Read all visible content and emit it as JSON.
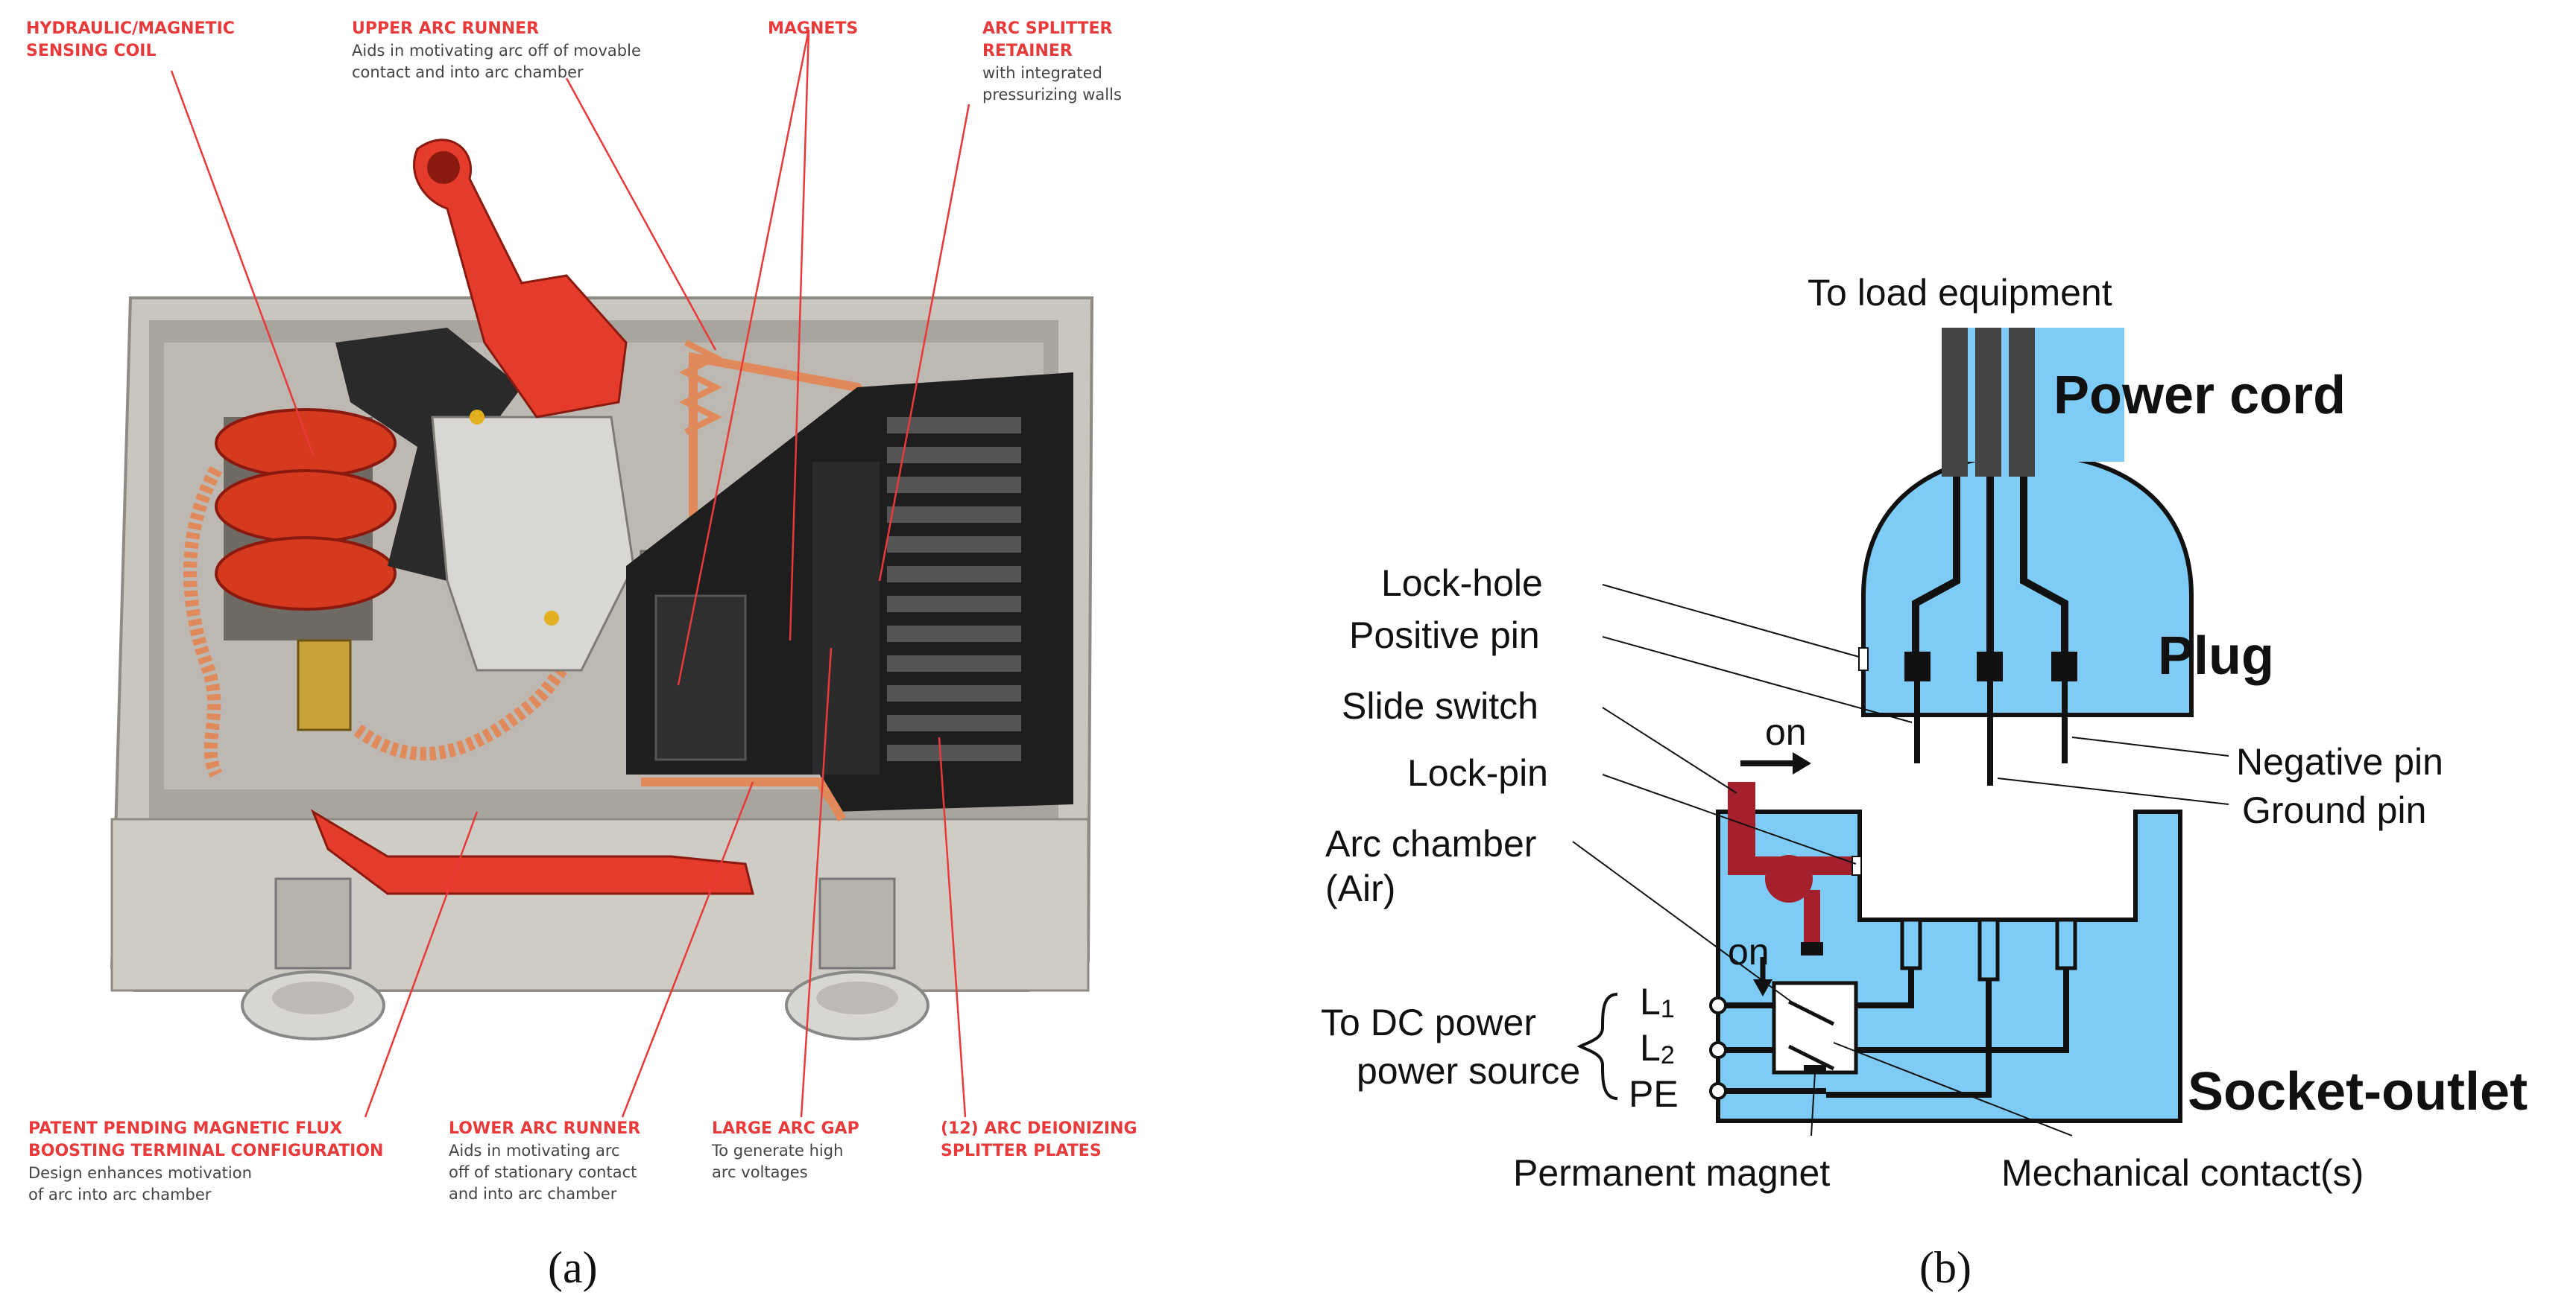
{
  "panel_a": {
    "label": "(a)",
    "callouts": {
      "sensing_coil": {
        "title_line1": "HYDRAULIC/MAGNETIC",
        "title_line2": "SENSING COIL"
      },
      "upper_arc_runner": {
        "title": "UPPER ARC RUNNER",
        "desc_line1": "Aids in motivating arc off of movable",
        "desc_line2": "contact and into arc chamber"
      },
      "magnets": {
        "title": "MAGNETS"
      },
      "arc_splitter_retainer": {
        "title_line1": "ARC SPLITTER",
        "title_line2": "RETAINER",
        "desc_line1": "with  integrated",
        "desc_line2": "pressurizing walls"
      },
      "flux_terminal": {
        "title_line1": "PATENT PENDING MAGNETIC FLUX",
        "title_line2": "BOOSTING TERMINAL CONFIGURATION",
        "desc_line1": "Design enhances motivation",
        "desc_line2": "of arc into arc chamber"
      },
      "lower_arc_runner": {
        "title": "LOWER ARC RUNNER",
        "desc_line1": "Aids in motivating arc",
        "desc_line2": "off of stationary contact",
        "desc_line3": "and into arc chamber"
      },
      "large_arc_gap": {
        "title": "LARGE ARC GAP",
        "desc_line1": "To generate high",
        "desc_line2": "arc voltages"
      },
      "deionizing_plates": {
        "title_line1": "(12) ARC DEIONIZING",
        "title_line2": "SPLITTER PLATES"
      }
    },
    "colors": {
      "callout_red": "#e83a3a",
      "housing_grey": "#c9c5bf",
      "coil_red": "#d63a1e",
      "copper": "#e0895a",
      "black_part": "#1e1e1e"
    }
  },
  "panel_b": {
    "label": "(b)",
    "to_load": "To load equipment",
    "power_cord": "Power cord",
    "plug": "Plug",
    "socket_outlet": "Socket-outlet",
    "lock_hole": "Lock-hole",
    "positive_pin": "Positive pin",
    "slide_switch": "Slide switch",
    "on_top": "on",
    "lock_pin": "Lock-pin",
    "arc_chamber_line1": "Arc chamber",
    "arc_chamber_line2": "(Air)",
    "on_mid": "on",
    "dc_source_line1": "To DC power",
    "dc_source_line2": "power source",
    "l1_main": "L",
    "l1_sub": "1",
    "l2_main": "L",
    "l2_sub": "2",
    "pe": "PE",
    "negative_pin": "Negative pin",
    "ground_pin": "Ground pin",
    "permanent_magnet": "Permanent magnet",
    "mechanical_contacts": "Mechanical contact(s)",
    "colors": {
      "blue_fill": "#7ecbf5",
      "red_switch": "#a3202c",
      "line": "#111111"
    }
  }
}
